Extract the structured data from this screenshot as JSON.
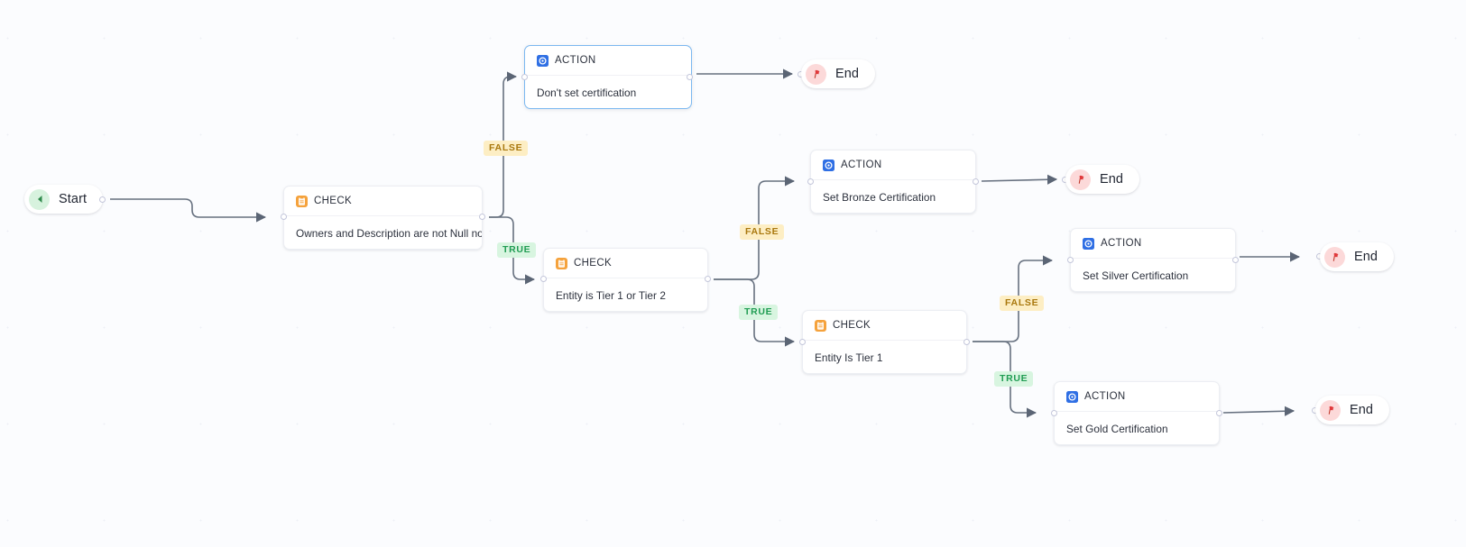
{
  "canvas": {
    "background_color": "#fbfcfe",
    "accent_selected": "#7cb8f0"
  },
  "palette": {
    "check_icon": "#f5a23c",
    "action_icon": "#2f6fe4",
    "start_badge": "#d7f2de",
    "start_glyph": "#2f8a4c",
    "end_badge": "#fcd9d9",
    "end_glyph": "#e0393b",
    "true_bg": "#d8f5e0",
    "true_text": "#1f9c52",
    "false_bg": "#fdeec4",
    "false_text": "#a9780e",
    "edge": "#66707f"
  },
  "nodes": {
    "start": {
      "label": "Start",
      "icon": "play-left-icon"
    },
    "check_owners": {
      "kind": "CHECK",
      "icon": "check-clipboard-icon",
      "text": "Owners and Description are not Null nor Empty"
    },
    "action_dont_set": {
      "kind": "ACTION",
      "icon": "action-gear-icon",
      "text": "Don't set certification",
      "selected": true
    },
    "end_1": {
      "label": "End",
      "icon": "pin-flag-icon"
    },
    "check_tier_1_or_2": {
      "kind": "CHECK",
      "icon": "check-clipboard-icon",
      "text": "Entity is Tier 1 or Tier 2"
    },
    "action_bronze": {
      "kind": "ACTION",
      "icon": "action-gear-icon",
      "text": "Set Bronze Certification"
    },
    "end_2": {
      "label": "End",
      "icon": "pin-flag-icon"
    },
    "check_tier_1": {
      "kind": "CHECK",
      "icon": "check-clipboard-icon",
      "text": "Entity Is Tier 1"
    },
    "action_silver": {
      "kind": "ACTION",
      "icon": "action-gear-icon",
      "text": "Set Silver Certification"
    },
    "end_3": {
      "label": "End",
      "icon": "pin-flag-icon"
    },
    "action_gold": {
      "kind": "ACTION",
      "icon": "action-gear-icon",
      "text": "Set Gold Certification"
    },
    "end_4": {
      "label": "End",
      "icon": "pin-flag-icon"
    }
  },
  "branch_labels": {
    "owners_false": "FALSE",
    "owners_true": "TRUE",
    "tier12_false": "FALSE",
    "tier12_true": "TRUE",
    "tier1_false": "FALSE",
    "tier1_true": "TRUE"
  }
}
